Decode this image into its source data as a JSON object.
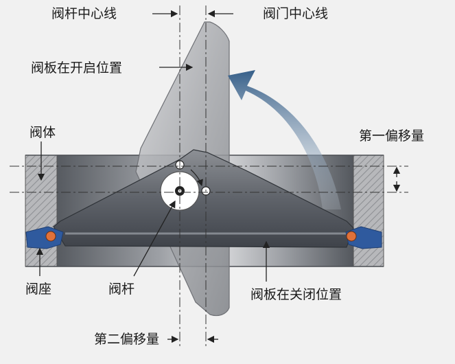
{
  "labels": {
    "stem_centerline": "阀杆中心线",
    "valve_centerline": "阀门中心线",
    "disc_open_position": "阀板在开启位置",
    "valve_body": "阀体",
    "first_offset": "第一偏移量",
    "valve_seat": "阀座",
    "valve_stem": "阀杆",
    "disc_closed_position": "阀板在关闭位置",
    "second_offset": "第二偏移量"
  },
  "colors": {
    "background": "#f1f1f1",
    "body_gray": "#8a8c90",
    "disc_open_gray": "#a9abaf",
    "disc_closed_gray": "#6d7076",
    "seal_blue": "#2f5a9e",
    "arrow_blue": "#3f6c96",
    "seat_orange": "#e0713a"
  }
}
